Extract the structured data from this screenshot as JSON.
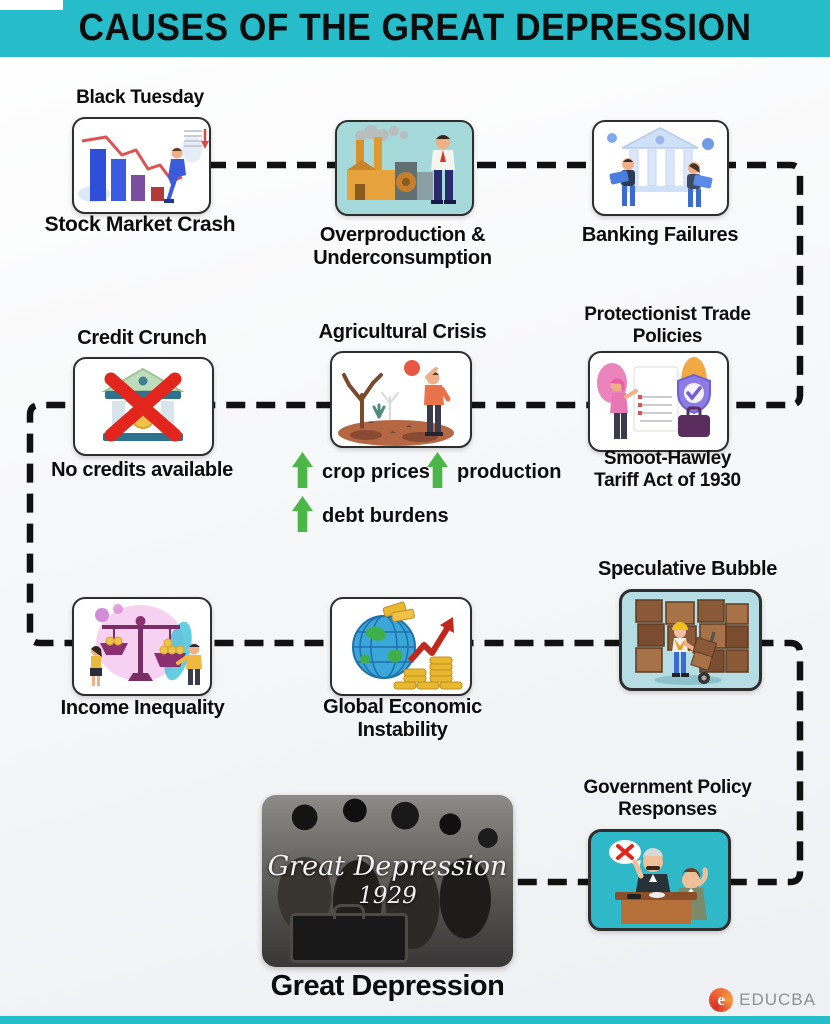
{
  "title": "CAUSES OF THE GREAT DEPRESSION",
  "nodes": {
    "stock": {
      "label_top": "Black Tuesday",
      "label_bottom": "Stock Market Crash"
    },
    "overproduction": {
      "line1": "Overproduction &",
      "line2": "Underconsumption"
    },
    "banking": {
      "label_bottom": "Banking Failures"
    },
    "credit": {
      "label_top": "Credit Crunch",
      "label_bottom": "No credits available"
    },
    "agriculture": {
      "label_top": "Agricultural Crisis"
    },
    "protectionist": {
      "top_line1": "Protectionist Trade",
      "top_line2": "Policies",
      "bottom_line1": "Smoot-Hawley",
      "bottom_line2": "Tariff Act of 1930"
    },
    "income": {
      "label_bottom": "Income Inequality"
    },
    "global": {
      "line1": "Global Economic",
      "line2": "Instability"
    },
    "speculative": {
      "label_top": "Speculative Bubble"
    },
    "government": {
      "top_line1": "Government Policy",
      "top_line2": "Responses"
    }
  },
  "indicators": {
    "crop": "crop prices",
    "production": "production",
    "debt": "debt burdens"
  },
  "photo": {
    "overlay_line1": "Great Depression",
    "overlay_line2": "1929",
    "caption": "Great Depression"
  },
  "brand": {
    "name": "EDUCBA",
    "logo_letter": "e"
  },
  "colors": {
    "header_teal": "#26bcca",
    "box_teal_light": "#a6d9da",
    "box_teal_light2": "#b5dde3",
    "box_teal_bright": "#2fb9c8",
    "arrow_green": "#4cb648",
    "cross_red": "#e3261d",
    "connector_black": "#111111"
  }
}
